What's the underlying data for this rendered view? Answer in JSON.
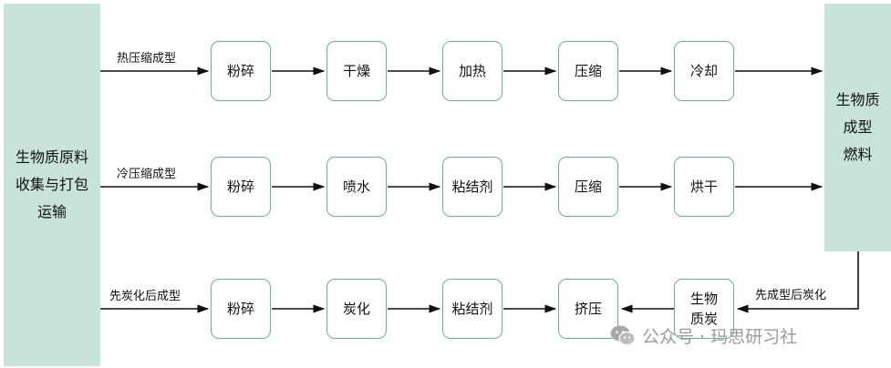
{
  "left_box": {
    "lines": [
      "生物质原料",
      "收集与打包",
      "运输"
    ]
  },
  "right_box": {
    "lines": [
      "生物质",
      "成型",
      "燃料"
    ]
  },
  "rows": [
    {
      "label": "热压缩成型",
      "steps": [
        [
          "粉碎"
        ],
        [
          "干燥"
        ],
        [
          "加热"
        ],
        [
          "压缩"
        ],
        [
          "冷却"
        ]
      ]
    },
    {
      "label": "冷压缩成型",
      "steps": [
        [
          "粉碎"
        ],
        [
          "喷水"
        ],
        [
          "粘结剂"
        ],
        [
          "压缩"
        ],
        [
          "烘干"
        ]
      ]
    },
    {
      "label": "先炭化后成型",
      "steps": [
        [
          "粉碎"
        ],
        [
          "炭化"
        ],
        [
          "粘结剂"
        ],
        [
          "挤压"
        ],
        [
          "生物",
          "质炭"
        ]
      ]
    }
  ],
  "return_label": "先成型后炭化",
  "watermark": {
    "prefix": "公众号 ·",
    "name": "玛思研习社"
  },
  "colors": {
    "box_fill": "#c8e3da",
    "node_border": "#5bb7a2",
    "line": "#111111"
  }
}
